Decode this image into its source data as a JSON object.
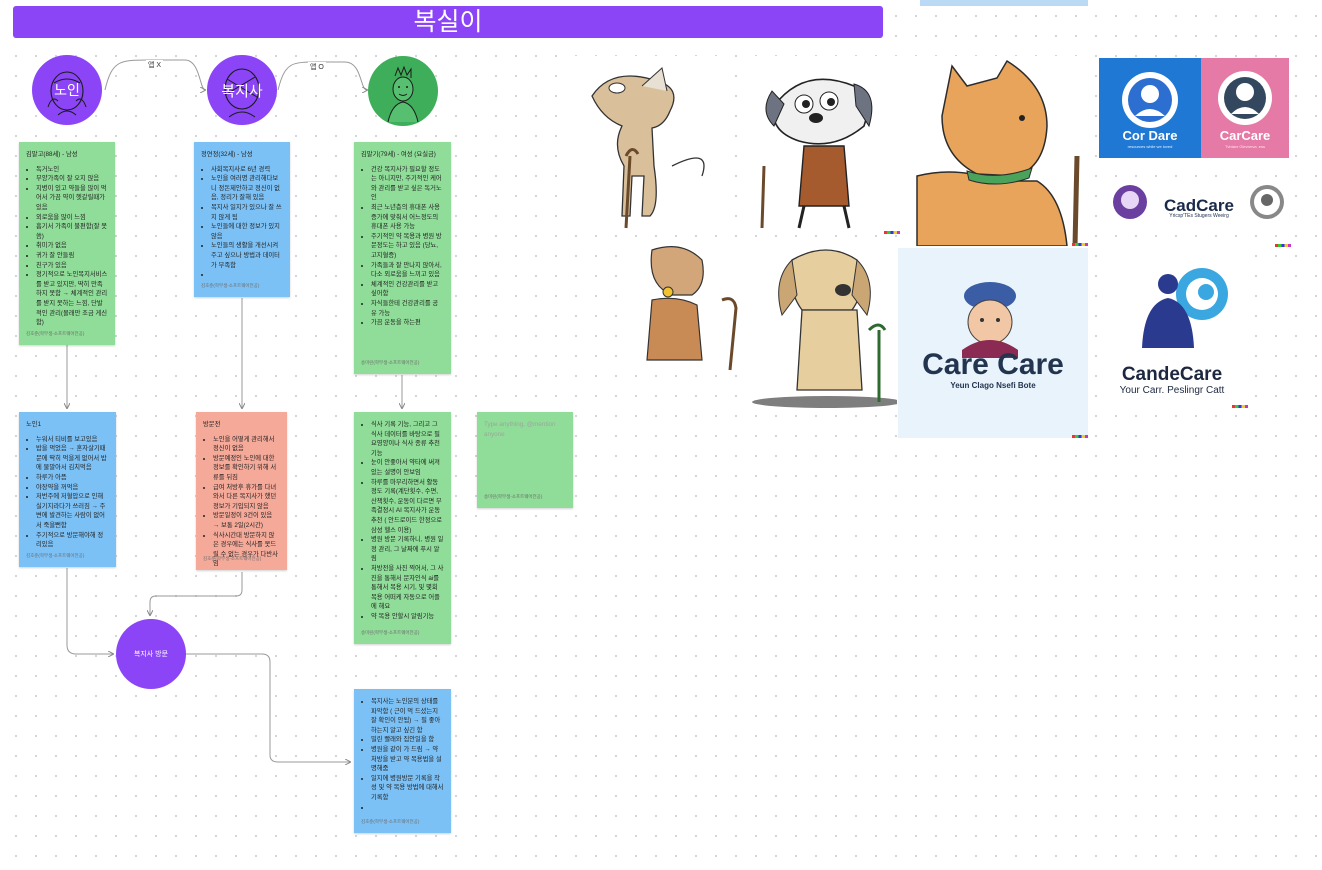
{
  "board": {
    "title": "복실이",
    "colors": {
      "accent": "#8b45f7",
      "green_note": "#8fdd98",
      "blue_note": "#7cc1f6",
      "salmon_note": "#f5a999"
    }
  },
  "personas": [
    {
      "label": "노인",
      "icon": "elderly-face-sketch-icon"
    },
    {
      "label": "복지사",
      "icon": "social-worker-face-sketch-icon"
    },
    {
      "label": "",
      "icon": "young-man-face-sketch-icon"
    }
  ],
  "edges": {
    "no_app": "앱 X",
    "with_app": "앱 O"
  },
  "notes": {
    "elder_profile": {
      "title": "김말고(88세) - 남성",
      "items": [
        "독거노인",
        "부양가족이 잘 오지 않음",
        "지병이 있고 약들을 많이 먹어서 가끔 약이 헷갈릴때가 있음",
        "외로움을 많이 느낌",
        "흡기서 가족이 불편함(잘 못씀)",
        "취미가 없음",
        "귀가 잘 안들림",
        "친구가 있음",
        "정기적으로 노인복지서비스를 받고 있지만, 딱히 만족하지 못함 → 체계적인 관리를 받지 못하는 느낌, 단발적인 관리(몰래만 조금 게신함)"
      ],
      "author": "김호준(학부생-소프트웨어전공)"
    },
    "worker_profile": {
      "title": "정연정(32세) - 남성",
      "items": [
        "사회복지사로 6년 경력",
        "노인을 여러명 관리해다보니 정돈제안하고 정신이 없음, 정리가 잘해 있음",
        "복지사 일지가 있으나 잘 쓰지 않게 됨",
        "노인들에 대한 정보가 있지 않음",
        "노인들의 생활을 개선시켜 주고 싶으나 방법과 데이터가 부족함",
        ""
      ],
      "author": "김호준(학부생-소프트웨어전공)"
    },
    "youth_profile": {
      "title": "김말기(79세) - 여성 (요실금)",
      "items": [
        "건강 복지사가 필요할 정도는 아니지만, 주기적인 케어와 관리를 받고 싶은 독거노인",
        "최근 노년층의 휴대폰 사용 증가에 맞춰서 어느정도의 휴대폰 사용 가능",
        "주기적인 약 복용과 병원 방문정도는 하고 있음 (당뇨, 고지혈증)",
        "가족들과 잘 만나지 않아서, 다소 외로움을 느끼고 있음",
        "체계적인 건강관리를 받고 싶어함",
        "자식들한테 건강관리를 공유 가능",
        "가끔 운동을 하는편"
      ],
      "author": "송미린(학부생-소프트웨어전공)"
    },
    "elder_scenario": {
      "title": "노인1",
      "items": [
        "누워서 티비를 보고있음",
        "밥을 먹었음 → 혼자살기때문에 딱히 먹을게 없어서 밥에 물말아서 김치먹음",
        "하루가 아픔",
        "야장약을 꺼먹음",
        "저번주에 저혈압으로 인해 실기지라다가 쓰러짐 → 주변에 발견하는 사람이 없어서 죽을뻔함",
        "주기적으로 방문해야해 정리있음"
      ],
      "author": "김호준(학부생-소프트웨어전공)"
    },
    "worker_scenario": {
      "title": "방문전",
      "items": [
        "노인을 어떻게 관리해서 정신이 없음",
        "방문예정인 노인에 대한 정보를 확인하기 위해 서류를 뒤짐",
        "급여 처방후 휴가를 다녀와서 다른 복지사가 했던 정보가 기입되지 않음",
        "방문일정이 3건이 있음 → 보통 2일(2시간)",
        "식사시간대 방문하지 않은 경우에는 식사를 못드릴 수 없는 경우가 다반사임"
      ],
      "author": "김호준(학부생-소프트웨어전공)"
    },
    "youth_scenario": {
      "title": "",
      "items": [
        "식사 기록 기능, 그리고 그 식사 데이터를 바탕으로 필요영양이나 식사 종류 추천 기능",
        "눈이 안좋아서 약타에 써져있는 설명이 안보임",
        "하루를 마무리하면서 활동 정도 기록(계단횟수, 수면, 산책횟수, 운동이 다르면 부족결정시 AI 복지사가 운동 추천 ( 안드로이드 한정으로 삼성 헬스 이용)",
        "병원 방문 기록하니, 병원 일정 관리, 그 날짜에 푸시 알림",
        "처방전을 사진 찍어서, 그 사진을 통해서 문자인식 ai를 통해서 복용 시기, 및 몇회 복용 어떠케 자동으로 어플에 해요",
        "약 복용 안할시 알림기능"
      ],
      "author": "송미린(학부생-소프트웨어전공)"
    },
    "placeholder_note": {
      "placeholder": "Type anything, @mention anyone",
      "author": "송미린(학부생-소프트웨어전공)"
    },
    "visit_circle": {
      "label": "복지사 방문"
    },
    "visit_note": {
      "title": "",
      "items": [
        "복지사는 노인분의 상태를 파악함 ( 근이 먹 드셨는지 잘 확인이 안됨) → 필 좋아하는지 알고 싶긴 함",
        "밀린 빨래와 집안일을 함",
        "병원을 같이 가 드림 → 약 처방을 받고 약 복용법을 설명해줌",
        "일지에 병원방문 기록을 작성 및 약 복용 방법에 대해서 기록함",
        ""
      ],
      "author": "김호준(학부생-소프트웨어전공)"
    }
  },
  "moodboard": {
    "dog_images": [
      {
        "subject": "old-dog-with-cane-1"
      },
      {
        "subject": "cartoon-dog-with-cane-2"
      },
      {
        "subject": "shiba-dog-with-cane-3"
      },
      {
        "subject": "scruffy-dog-with-cane-4"
      },
      {
        "subject": "sad-dog-with-cane-5"
      }
    ],
    "logos": [
      {
        "text": "Cor Dare",
        "subtext": "resources while we loved",
        "bg": "#1f79d4"
      },
      {
        "text": "CarCare",
        "subtext": "Tvbtavr Glevrmva .ess",
        "bg": "#e57aa6"
      },
      {
        "text": "CadCare",
        "subtext": "Yricsp'TEs Stugers Weeirg",
        "bg": "#ffffff"
      },
      {
        "text": "Care Care",
        "subtext": "Yeun Clago Nsefi Bote",
        "bg": "#e8f3fb"
      },
      {
        "text": "CandeCare",
        "subtext": "Your Carr. Peslingr Catt",
        "bg": "#ffffff"
      }
    ]
  }
}
